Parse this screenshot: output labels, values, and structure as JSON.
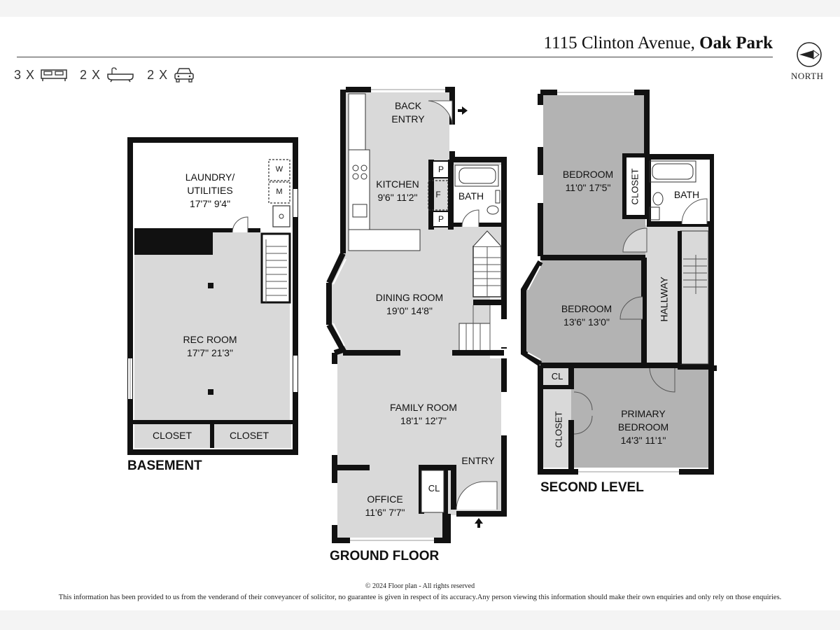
{
  "header": {
    "address": "1115 Clinton Avenue,",
    "city": "Oak Park",
    "north_label": "NORTH"
  },
  "features": [
    {
      "count": "3 X",
      "icon": "bed-icon"
    },
    {
      "count": "2 X",
      "icon": "bathtub-icon"
    },
    {
      "count": "2 X",
      "icon": "car-icon"
    }
  ],
  "floors": {
    "basement": {
      "name": "BASEMENT",
      "rooms": {
        "laundry": {
          "name_line1": "LAUNDRY/",
          "name_line2": "UTILITIES",
          "dims": "17'7\" 9'4\""
        },
        "rec_room": {
          "name": "REC ROOM",
          "dims": "17'7\" 21'3\""
        },
        "closet_left": "CLOSET",
        "closet_right": "CLOSET",
        "washer": "W",
        "dryer": "M"
      }
    },
    "ground": {
      "name": "GROUND FLOOR",
      "rooms": {
        "back_entry": {
          "line1": "BACK",
          "line2": "ENTRY"
        },
        "kitchen": {
          "name": "KITCHEN",
          "dims": "9'6\" 11'2\""
        },
        "bath": "BATH",
        "pantry_top": "P",
        "fridge": "F",
        "pantry_bottom": "P",
        "dining": {
          "name": "DINING ROOM",
          "dims": "19'0\" 14'8\""
        },
        "family": {
          "name": "FAMILY ROOM",
          "dims": "18'1\" 12'7\""
        },
        "entry": "ENTRY",
        "closet": "CL",
        "office": {
          "name": "OFFICE",
          "dims": "11'6\" 7'7\""
        }
      }
    },
    "second": {
      "name": "SECOND LEVEL",
      "rooms": {
        "bedroom1": {
          "name": "BEDROOM",
          "dims": "11'0\" 17'5\""
        },
        "closet_top": "CLOSET",
        "bath": "BATH",
        "bedroom2": {
          "name": "BEDROOM",
          "dims": "13'6\" 13'0\""
        },
        "hallway": "HALLWAY",
        "closet_small": "CL",
        "closet_side": "CLOSET",
        "primary": {
          "line1": "PRIMARY",
          "line2": "BEDROOM",
          "dims": "14'3\" 11'1\""
        }
      }
    }
  },
  "footer": {
    "copyright": "© 2024  Floor plan  - All rights reserved",
    "disclaimer": "This information has been provided to us from the venderand of their conveyancer of solicitor, no guarantee is given in respect of its accuracy.Any person viewing this information should make their own enquiries and only rely on those enquiries."
  },
  "colors": {
    "wall": "#111111",
    "floor_light": "#d9d9d9",
    "floor_dark": "#b3b3b3",
    "background": "#ffffff"
  }
}
